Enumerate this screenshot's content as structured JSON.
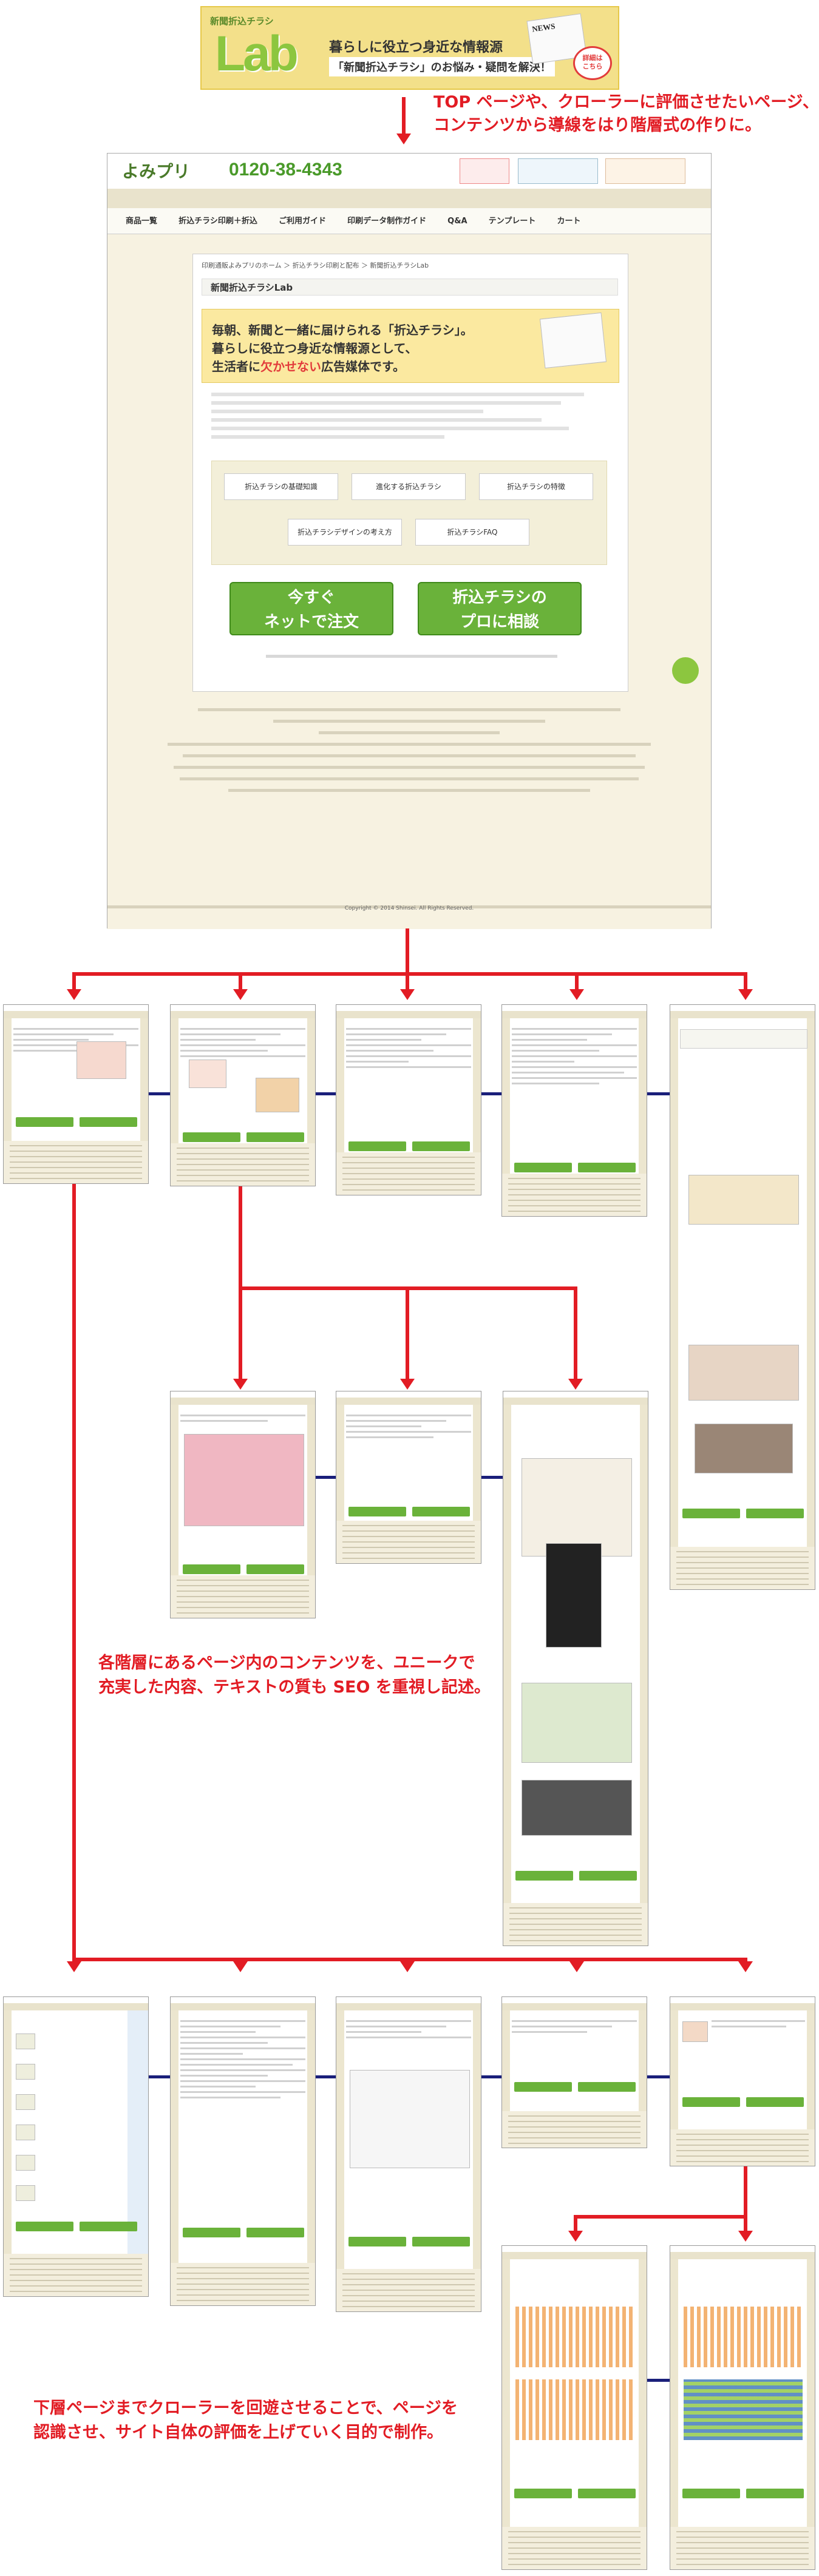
{
  "banner": {
    "small_title": "新聞折込チラシ",
    "logo": "Lab",
    "line1": "暮らしに役立つ身近な情報源",
    "line2": "「新聞折込チラシ」のお悩み・疑問を解決！",
    "news": "NEWS",
    "badge": "詳細は\nこちら"
  },
  "captions": {
    "top_line1": "TOP ページや、クローラーに評価させたいページ、",
    "top_line2": "コンテンツから導線をはり階層式の作りに。",
    "middle_line1": "各階層にあるページ内のコンテンツを、ユニークで",
    "middle_line2": "充実した内容、テキストの質も SEO を重視し記述。",
    "bottom_line1": "下層ページまでクローラーを回遊させることで、ページを",
    "bottom_line2": "認識させ、サイト自体の評価を上げていく目的で制作。"
  },
  "main_page": {
    "logo": "よみプリ",
    "tel": "0120-38-4343",
    "nav": [
      "商品一覧",
      "折込チラシ印刷＋折込",
      "ご利用ガイド",
      "印刷データ制作ガイド",
      "Q&A",
      "テンプレート",
      "カート"
    ],
    "breadcrumb": "印刷通販よみプリのホーム ＞ 折込チラシ印刷と配布 ＞ 新聞折込チラシLab",
    "title": "新聞折込チラシLab",
    "hero_line1": "毎朝、新聞と一緒に届けられる「折込チラシ」。",
    "hero_line2": "暮らしに役立つ身近な情報源として、",
    "hero_line3_pre": "生活者に",
    "hero_line3_em": "欠かせない",
    "hero_line3_post": "広告媒体です。",
    "links": [
      "折込チラシの基礎知識",
      "進化する折込チラシ",
      "折込チラシの特徴",
      "折込チラシデザインの考え方",
      "折込チラシFAQ"
    ],
    "btn_order": "今すぐ\nネットで注文",
    "btn_consult": "折込チラシの\nプロに相談",
    "copyright": "Copyright © 2014 Shinsei. All Rights Reserved."
  }
}
